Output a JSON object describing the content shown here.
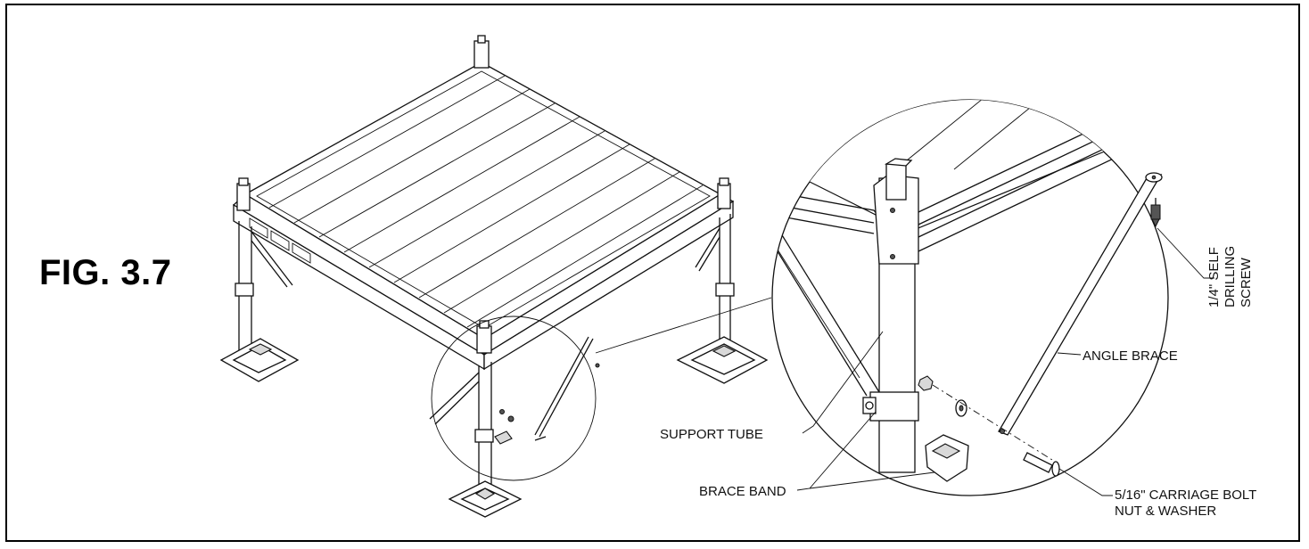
{
  "figure": {
    "title": "FIG. 3.7"
  },
  "callouts": {
    "screw": [
      "1/4\" SELF",
      "DRILLING",
      "SCREW"
    ],
    "angle_brace": "ANGLE BRACE",
    "support_tube": "SUPPORT TUBE",
    "brace_band": "BRACE BAND",
    "carriage_bolt": [
      "5/16\" CARRIAGE BOLT",
      "NUT & WASHER"
    ]
  }
}
